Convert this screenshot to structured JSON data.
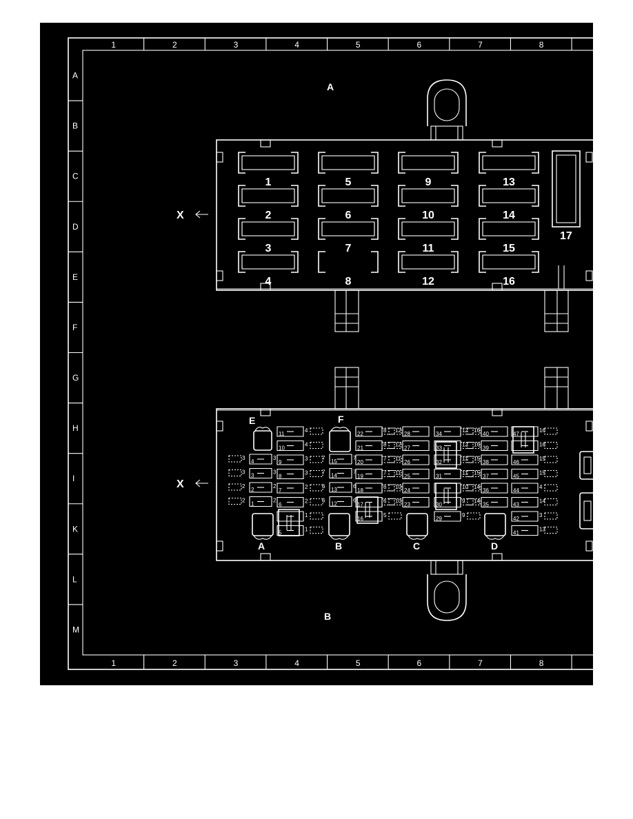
{
  "border": {
    "columns": [
      "1",
      "2",
      "3",
      "4",
      "5",
      "6",
      "7",
      "8"
    ],
    "rows": [
      "A",
      "B",
      "C",
      "D",
      "E",
      "F",
      "G",
      "H",
      "I",
      "K",
      "L",
      "M"
    ]
  },
  "view_a": {
    "label": "A",
    "pointer": "X",
    "fuses": [
      {
        "n": "1",
        "style": "open"
      },
      {
        "n": "2",
        "style": "open"
      },
      {
        "n": "3",
        "style": "open"
      },
      {
        "n": "4",
        "style": "open"
      },
      {
        "n": "5",
        "style": "open"
      },
      {
        "n": "6",
        "style": "open"
      },
      {
        "n": "7",
        "style": "open"
      },
      {
        "n": "8",
        "style": "empty"
      },
      {
        "n": "9",
        "style": "open"
      },
      {
        "n": "10",
        "style": "open"
      },
      {
        "n": "11",
        "style": "open"
      },
      {
        "n": "12",
        "style": "open"
      },
      {
        "n": "13",
        "style": "open"
      },
      {
        "n": "14",
        "style": "open"
      },
      {
        "n": "15",
        "style": "open"
      },
      {
        "n": "16",
        "style": "open"
      }
    ],
    "cavity_17": "17"
  },
  "view_b": {
    "label": "B",
    "pointer": "X",
    "connectors": [
      "E",
      "F",
      "A",
      "B",
      "C",
      "D"
    ],
    "col1": [
      {
        "left": "",
        "right": "4",
        "inner": "11"
      },
      {
        "left": "",
        "right": "4",
        "inner": "10"
      },
      {
        "left": "3",
        "right": "3",
        "inner": "4"
      },
      {
        "left": "3",
        "right": "3",
        "inner": "3"
      },
      {
        "left": "2",
        "right": "2",
        "inner": "2"
      },
      {
        "left": "2",
        "right": "2",
        "inner": "1"
      }
    ],
    "col2": [
      {
        "left": "",
        "right": "4",
        "inner": "11"
      },
      {
        "left": "",
        "right": "4",
        "inner": "10"
      },
      {
        "left": "",
        "right": "3",
        "inner": "9"
      },
      {
        "left": "",
        "right": "3",
        "inner": "8"
      },
      {
        "left": "",
        "right": "2",
        "inner": "7"
      },
      {
        "left": "",
        "right": "2",
        "inner": "6"
      },
      {
        "left": "",
        "right": "1",
        "inner": ""
      },
      {
        "left": "",
        "right": "1",
        "inner": "5"
      }
    ],
    "col3": [
      {
        "left": "7",
        "right": "7",
        "inner": "15"
      },
      {
        "left": "7",
        "right": "7",
        "inner": "14"
      },
      {
        "left": "6",
        "right": "6",
        "inner": "13"
      },
      {
        "left": "6",
        "right": "6",
        "inner": "12"
      }
    ],
    "col4": [
      {
        "left": "",
        "right": "8",
        "inner": "22"
      },
      {
        "left": "",
        "right": "8",
        "inner": "21"
      },
      {
        "left": "",
        "right": "7",
        "inner": "20"
      },
      {
        "left": "",
        "right": "7",
        "inner": "19"
      },
      {
        "left": "",
        "right": "6",
        "inner": "18"
      },
      {
        "left": "",
        "right": "6",
        "inner": "17"
      },
      {
        "left": "",
        "right": "5",
        "inner": "16"
      }
    ],
    "col5": [
      {
        "left": "12",
        "right": "",
        "inner": "28"
      },
      {
        "left": "12",
        "right": "",
        "inner": "27"
      },
      {
        "left": "11",
        "right": "",
        "inner": "26"
      },
      {
        "left": "11",
        "right": "",
        "inner": "25"
      },
      {
        "left": "10",
        "right": "",
        "inner": "24"
      },
      {
        "left": "10",
        "right": "",
        "inner": "23"
      }
    ],
    "col6": [
      {
        "left": "",
        "right": "12",
        "inner": "34"
      },
      {
        "left": "",
        "right": "12",
        "inner": "33"
      },
      {
        "left": "",
        "right": "11",
        "inner": "32"
      },
      {
        "left": "",
        "right": "11",
        "inner": "31"
      },
      {
        "left": "",
        "right": "10",
        "inner": ""
      },
      {
        "left": "",
        "right": "9",
        "inner": "30"
      },
      {
        "left": "",
        "right": "9",
        "inner": "29"
      }
    ],
    "col7": [
      {
        "left": "16",
        "right": "",
        "inner": "40"
      },
      {
        "left": "16",
        "right": "",
        "inner": "39"
      },
      {
        "left": "15",
        "right": "",
        "inner": "38"
      },
      {
        "left": "15",
        "right": "",
        "inner": "37"
      },
      {
        "left": "14",
        "right": "",
        "inner": "36"
      },
      {
        "left": "14",
        "right": "",
        "inner": "35"
      }
    ],
    "col8": [
      {
        "left": "",
        "right": "16",
        "inner": "47"
      },
      {
        "left": "",
        "right": "16",
        "inner": ""
      },
      {
        "left": "",
        "right": "15",
        "inner": "46"
      },
      {
        "left": "",
        "right": "15",
        "inner": "45"
      },
      {
        "left": "",
        "right": "4",
        "inner": "44"
      },
      {
        "left": "",
        "right": "14",
        "inner": "43"
      },
      {
        "left": "",
        "right": "3",
        "inner": "42"
      },
      {
        "left": "",
        "right": "13",
        "inner": "41"
      }
    ]
  }
}
